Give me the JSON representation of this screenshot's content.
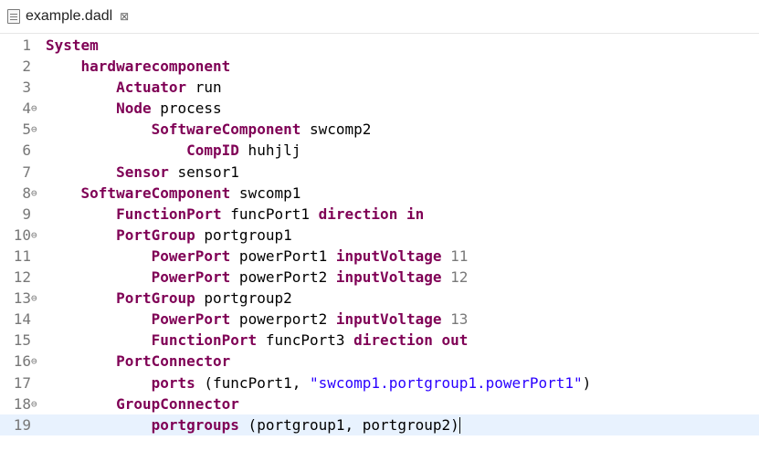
{
  "tab": {
    "label": "example.dadl",
    "close_glyph": "⊠",
    "icon": "file-icon"
  },
  "colors": {
    "keyword": "#7f0055",
    "string": "#2a00ff",
    "number": "#7a7a7a",
    "line_number": "#787878",
    "current_line": "#e8f2fe"
  },
  "lines": [
    {
      "n": "1",
      "fold": "",
      "indent": 0,
      "tokens": [
        {
          "t": "kw",
          "v": "System"
        }
      ]
    },
    {
      "n": "2",
      "fold": "",
      "indent": 1,
      "tokens": [
        {
          "t": "kw",
          "v": "hardwarecomponent"
        }
      ]
    },
    {
      "n": "3",
      "fold": "",
      "indent": 2,
      "tokens": [
        {
          "t": "kw",
          "v": "Actuator"
        },
        {
          "t": "ident",
          "v": " run"
        }
      ]
    },
    {
      "n": "4",
      "fold": "⊖",
      "indent": 2,
      "tokens": [
        {
          "t": "kw",
          "v": "Node"
        },
        {
          "t": "ident",
          "v": " process"
        }
      ]
    },
    {
      "n": "5",
      "fold": "⊖",
      "indent": 3,
      "tokens": [
        {
          "t": "kw",
          "v": "SoftwareComponent"
        },
        {
          "t": "ident",
          "v": " swcomp2"
        }
      ]
    },
    {
      "n": "6",
      "fold": "",
      "indent": 4,
      "tokens": [
        {
          "t": "kw",
          "v": "CompID"
        },
        {
          "t": "ident",
          "v": " huhjlj"
        }
      ]
    },
    {
      "n": "7",
      "fold": "",
      "indent": 2,
      "tokens": [
        {
          "t": "kw",
          "v": "Sensor"
        },
        {
          "t": "ident",
          "v": " sensor1"
        }
      ]
    },
    {
      "n": "8",
      "fold": "⊖",
      "indent": 1,
      "tokens": [
        {
          "t": "kw",
          "v": "SoftwareComponent"
        },
        {
          "t": "ident",
          "v": " swcomp1"
        }
      ]
    },
    {
      "n": "9",
      "fold": "",
      "indent": 2,
      "tokens": [
        {
          "t": "kw",
          "v": "FunctionPort"
        },
        {
          "t": "ident",
          "v": " funcPort1 "
        },
        {
          "t": "kw",
          "v": "direction"
        },
        {
          "t": "ident",
          "v": " "
        },
        {
          "t": "kw",
          "v": "in"
        }
      ]
    },
    {
      "n": "10",
      "fold": "⊖",
      "indent": 2,
      "tokens": [
        {
          "t": "kw",
          "v": "PortGroup"
        },
        {
          "t": "ident",
          "v": " portgroup1"
        }
      ]
    },
    {
      "n": "11",
      "fold": "",
      "indent": 3,
      "tokens": [
        {
          "t": "kw",
          "v": "PowerPort"
        },
        {
          "t": "ident",
          "v": " powerPort1 "
        },
        {
          "t": "kw",
          "v": "inputVoltage"
        },
        {
          "t": "ident",
          "v": " "
        },
        {
          "t": "num",
          "v": "11"
        }
      ]
    },
    {
      "n": "12",
      "fold": "",
      "indent": 3,
      "tokens": [
        {
          "t": "kw",
          "v": "PowerPort"
        },
        {
          "t": "ident",
          "v": " powerPort2 "
        },
        {
          "t": "kw",
          "v": "inputVoltage"
        },
        {
          "t": "ident",
          "v": " "
        },
        {
          "t": "num",
          "v": "12"
        }
      ]
    },
    {
      "n": "13",
      "fold": "⊖",
      "indent": 2,
      "tokens": [
        {
          "t": "kw",
          "v": "PortGroup"
        },
        {
          "t": "ident",
          "v": " portgroup2"
        }
      ]
    },
    {
      "n": "14",
      "fold": "",
      "indent": 3,
      "tokens": [
        {
          "t": "kw",
          "v": "PowerPort"
        },
        {
          "t": "ident",
          "v": " powerport2 "
        },
        {
          "t": "kw",
          "v": "inputVoltage"
        },
        {
          "t": "ident",
          "v": " "
        },
        {
          "t": "num",
          "v": "13"
        }
      ]
    },
    {
      "n": "15",
      "fold": "",
      "indent": 3,
      "tokens": [
        {
          "t": "kw",
          "v": "FunctionPort"
        },
        {
          "t": "ident",
          "v": " funcPort3 "
        },
        {
          "t": "kw",
          "v": "direction"
        },
        {
          "t": "ident",
          "v": " "
        },
        {
          "t": "kw",
          "v": "out"
        }
      ]
    },
    {
      "n": "16",
      "fold": "⊖",
      "indent": 2,
      "tokens": [
        {
          "t": "kw",
          "v": "PortConnector"
        }
      ]
    },
    {
      "n": "17",
      "fold": "",
      "indent": 3,
      "tokens": [
        {
          "t": "kw",
          "v": "ports"
        },
        {
          "t": "ident",
          "v": " (funcPort1, "
        },
        {
          "t": "str",
          "v": "\"swcomp1.portgroup1.powerPort1\""
        },
        {
          "t": "ident",
          "v": ")"
        }
      ]
    },
    {
      "n": "18",
      "fold": "⊖",
      "indent": 2,
      "tokens": [
        {
          "t": "kw",
          "v": "GroupConnector"
        }
      ]
    },
    {
      "n": "19",
      "fold": "",
      "indent": 3,
      "current": true,
      "tokens": [
        {
          "t": "kw",
          "v": "portgroups"
        },
        {
          "t": "ident",
          "v": " (portgroup1, portgroup2)"
        }
      ]
    }
  ]
}
